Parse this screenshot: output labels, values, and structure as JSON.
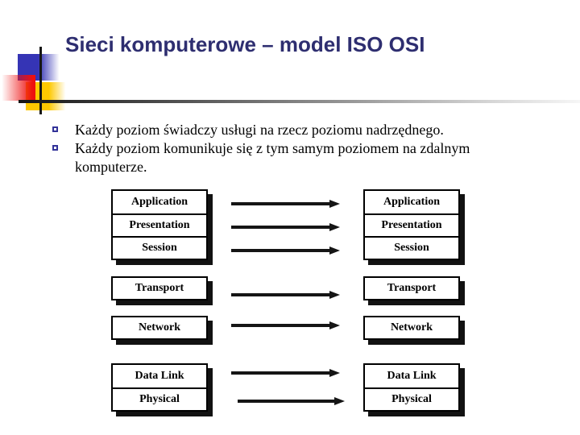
{
  "slide": {
    "title": "Sieci komputerowe – model ISO OSI"
  },
  "bullets": {
    "items": [
      {
        "text": "Każdy poziom świadczy usługi na rzecz poziomu nadrzędnego."
      },
      {
        "text": "Każdy poziom komunikuje się z tym samym poziomem na zdalnym komputerze."
      }
    ]
  },
  "diagram": {
    "layers": [
      "Application",
      "Presentation",
      "Session",
      "Transport",
      "Network",
      "Data Link",
      "Physical"
    ],
    "columns": [
      "left",
      "right"
    ],
    "arrow_count": 7,
    "arrow_direction": "right"
  },
  "theme": {
    "title-color": "#2e2e70",
    "accent-blue": "#3534b5",
    "accent-red": "#ee0f0f",
    "accent-yellow": "#fdc800",
    "line-dark": "#151515",
    "box-border": "#000000",
    "box-fill": "#ffffff",
    "shadow": "#121212",
    "bullet-outline": "#333399"
  }
}
